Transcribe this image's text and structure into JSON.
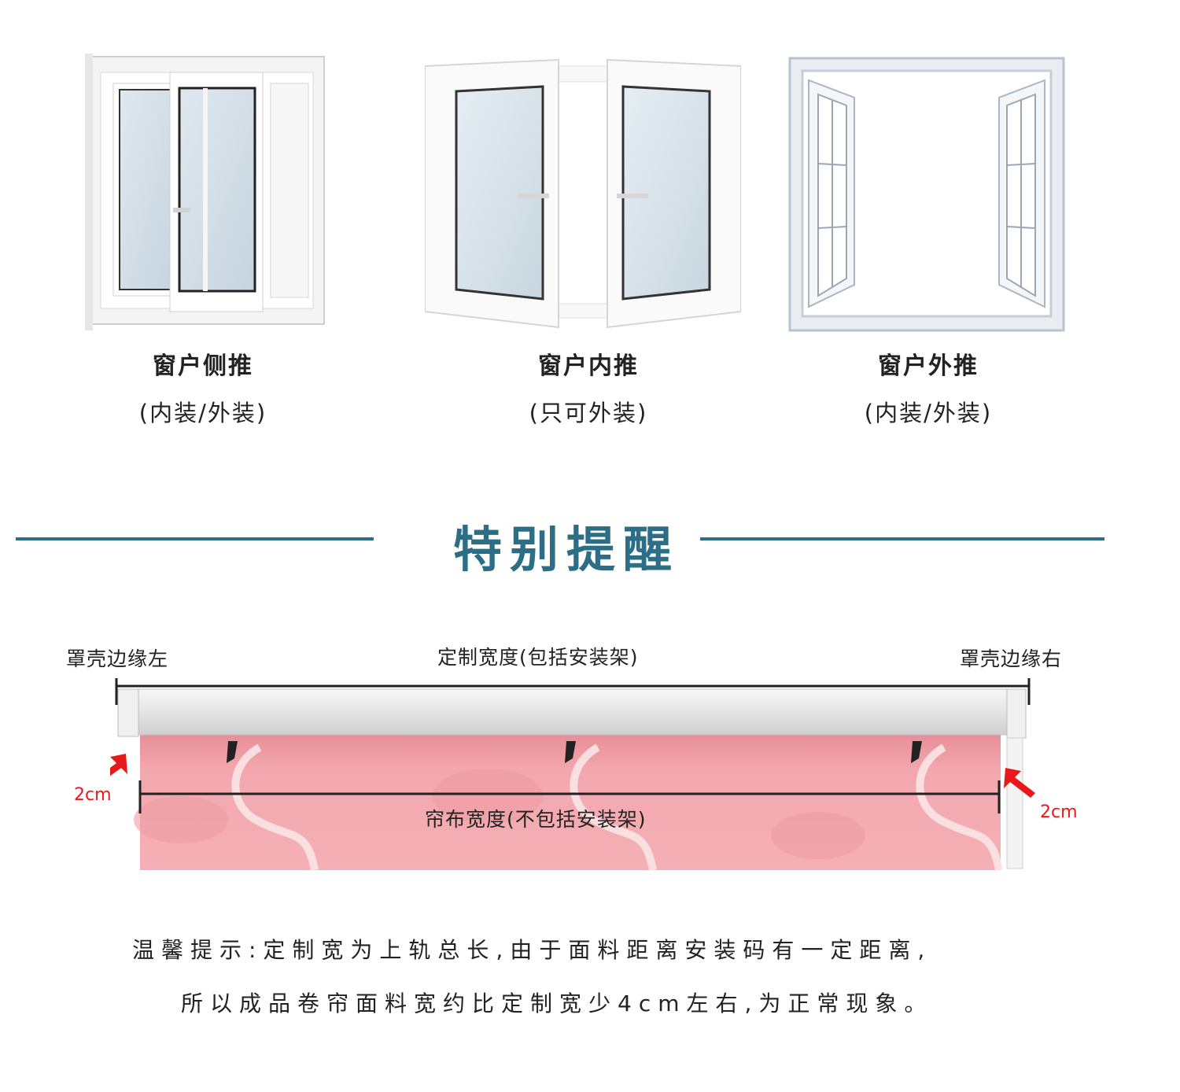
{
  "windows": [
    {
      "title": "窗户侧推",
      "note": "(内装/外装)",
      "icon": "sliding-window-icon"
    },
    {
      "title": "窗户内推",
      "note": "(只可外装)",
      "icon": "inward-casement-window-icon"
    },
    {
      "title": "窗户外推",
      "note": "(内装/外装)",
      "icon": "outward-casement-window-icon"
    }
  ],
  "reminder": {
    "title": "特别提醒"
  },
  "diagram": {
    "left_edge_label": "罩壳边缘左",
    "right_edge_label": "罩壳边缘右",
    "custom_width_label": "定制宽度(包括安装架)",
    "fabric_width_label": "帘布宽度(不包括安装架)",
    "left_gap_label": "2cm",
    "right_gap_label": "2cm",
    "fabric_color": "#f2a7ad",
    "accent_red": "#e8191a"
  },
  "tip": {
    "line1": "温馨提示:定制宽为上轨总长,由于面料距离安装码有一定距离,",
    "line2": "所以成品卷帘面料宽约比定制宽少4cm左右,为正常现象。"
  }
}
